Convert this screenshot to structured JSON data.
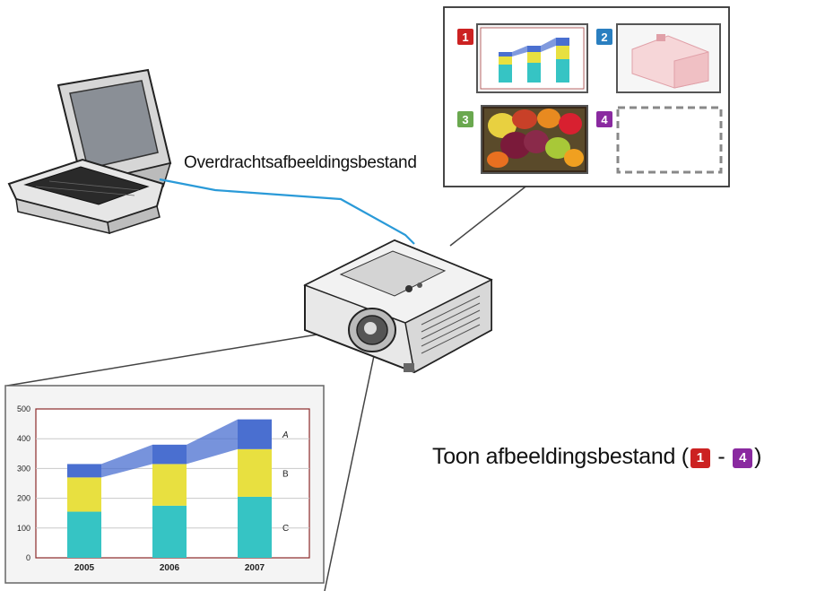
{
  "labels": {
    "transfer": "Overdrachtsafbeeldingsbestand",
    "display_prefix": "Toon afbeeldingsbestand (",
    "display_sep": " - ",
    "display_suffix": ")"
  },
  "badges": {
    "first": "1",
    "last": "4",
    "first_color": "#cc2222",
    "last_color": "#8a2aa0"
  },
  "thumbnails": [
    {
      "number": "1",
      "color": "#cc2222",
      "content": "chart"
    },
    {
      "number": "2",
      "color": "#2a7fc0",
      "content": "drawing"
    },
    {
      "number": "3",
      "color": "#6aa84f",
      "content": "photo"
    },
    {
      "number": "4",
      "color": "#8a2aa0",
      "content": "empty"
    }
  ],
  "colors": {
    "cable": "#2a9ad8",
    "series_a": "#4a6fd0",
    "series_b": "#e8e040",
    "series_c": "#36c4c4",
    "chart_border": "#8b2a2a"
  },
  "chart_data": {
    "type": "bar",
    "stacked": true,
    "categories": [
      "2005",
      "2006",
      "2007"
    ],
    "series": [
      {
        "name": "C",
        "values": [
          155,
          175,
          205
        ]
      },
      {
        "name": "B",
        "values": [
          115,
          140,
          160
        ]
      },
      {
        "name": "A",
        "values": [
          45,
          65,
          100
        ]
      }
    ],
    "ylim": [
      0,
      500
    ],
    "yticks": [
      0,
      100,
      200,
      300,
      400,
      500
    ],
    "grid": true,
    "legend": "right (series labels next to last bar)"
  }
}
